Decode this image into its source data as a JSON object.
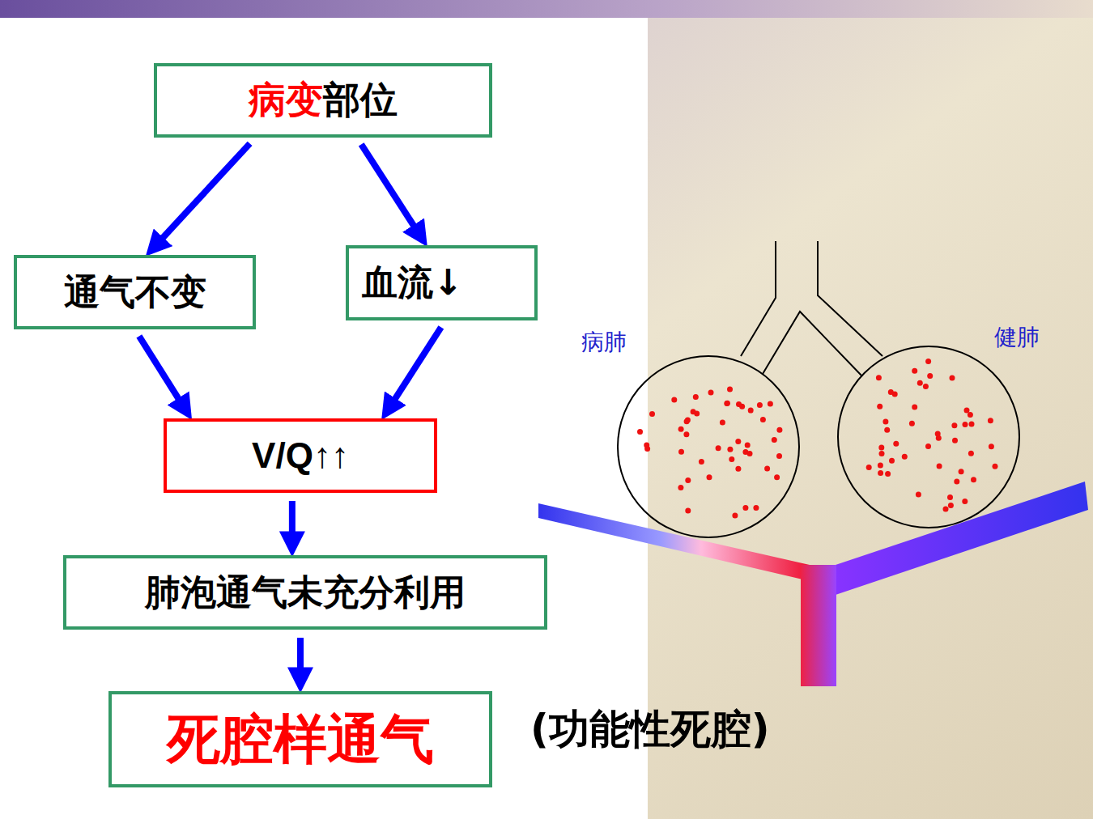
{
  "diagram": {
    "nodes": [
      {
        "text": [
          "病变",
          "部位"
        ]
      },
      {
        "text": [
          "通气不变"
        ]
      },
      {
        "text": [
          "血流↓"
        ]
      },
      {
        "text": [
          "V/Q↑↑"
        ]
      },
      {
        "text": [
          "肺泡通气未充分利用"
        ]
      },
      {
        "text": [
          "死腔样通气"
        ]
      }
    ],
    "edges": [
      {
        "from": 0,
        "to": 1,
        "arrow": "to"
      },
      {
        "from": 0,
        "to": 2,
        "arrow": "to"
      },
      {
        "from": 1,
        "to": 3,
        "arrow": "to"
      },
      {
        "from": 2,
        "to": 3,
        "arrow": "to"
      },
      {
        "from": 3,
        "to": 4,
        "arrow": "to"
      },
      {
        "from": 4,
        "to": 5,
        "arrow": "to"
      }
    ],
    "labels": [
      "(功能性死腔)",
      "病肺",
      "健肺"
    ]
  }
}
